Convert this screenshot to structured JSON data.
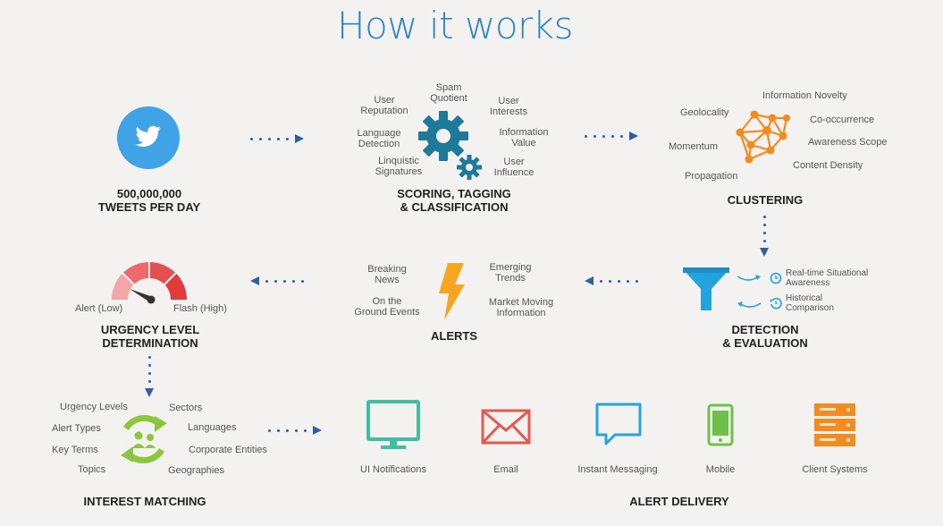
{
  "title": "How it works",
  "twitter": {
    "heading": "500,000,000\nTWEETS PER DAY"
  },
  "scoring": {
    "heading": "SCORING, TAGGING\n& CLASSIFICATION",
    "labels": {
      "spam": "Spam\nQuotient",
      "user_reputation": "User\nReputation",
      "user_interests": "User\nInterests",
      "language_detection": "Language\nDetection",
      "information_value": "Information\nValue",
      "linguistic_signatures": "Linquistic\nSignatures",
      "user_influence": "User\nInfluence"
    }
  },
  "clustering": {
    "heading": "CLUSTERING",
    "labels": {
      "information_novelty": "Information Novelty",
      "geolocality": "Geolocality",
      "co_occurrence": "Co-occurrence",
      "momentum": "Momentum",
      "awareness_scope": "Awareness Scope",
      "content_density": "Content Density",
      "propagation": "Propagation"
    }
  },
  "detection": {
    "heading": "DETECTION\n& EVALUATION",
    "realtime": "Real-time Situational\nAwareness",
    "historical": "Historical\nComparison"
  },
  "alerts": {
    "heading": "ALERTS",
    "breaking_news": "Breaking\nNews",
    "on_the_ground": "On the\nGround Events",
    "emerging_trends": "Emerging\nTrends",
    "market_moving": "Market Moving\nInformation"
  },
  "urgency": {
    "heading": "URGENCY LEVEL\nDETERMINATION",
    "low": "Alert (Low)",
    "high": "Flash (High)"
  },
  "interest": {
    "heading": "INTEREST MATCHING",
    "urgency_levels": "Urgency Levels",
    "sectors": "Sectors",
    "alert_types": "Alert Types",
    "languages": "Languages",
    "key_terms": "Key Terms",
    "corporate_entities": "Corporate Entities",
    "topics": "Topics",
    "geographies": "Geographies"
  },
  "delivery": {
    "heading": "ALERT DELIVERY",
    "channels": [
      "UI Notifications",
      "Email",
      "Instant Messaging",
      "Mobile",
      "Client Systems"
    ]
  },
  "colors": {
    "title": "#2e86c1",
    "twitter": "#3fa3e6",
    "gear": "#1f7a99",
    "cluster": "#f28c1e",
    "funnel": "#22a3dd",
    "bolt": "#f5a623",
    "gauge_light": "#f4a6a6",
    "gauge_mid": "#ec6a6a",
    "gauge_dark": "#e03c3c",
    "recycle": "#8cc63f",
    "monitor": "#3dbfa0",
    "email": "#e05a4e",
    "chat": "#2aa3dd",
    "mobile": "#6fc04a",
    "server": "#f28c1e",
    "arrow": "#2f5f9e"
  }
}
